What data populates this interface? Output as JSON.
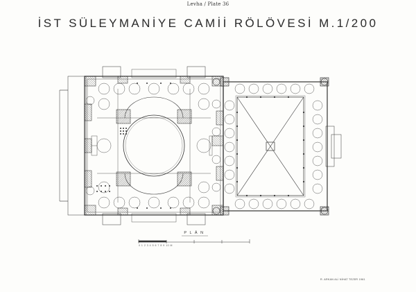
{
  "plate": {
    "label": "Levha / Plate 36"
  },
  "title": "İST  SÜLEYMANİYE CAMİİ RÖLÖVESİ   M.1/200",
  "plan_label": "P L Â N",
  "scale_caption": "0 1 2 3 4 5 6 7 8 9 10 M",
  "credits": "R. ARKAN  ALİ  NİHAT TEZER  1961",
  "colors": {
    "ink": "#2b2b2b",
    "hatch": "#555555",
    "paper": "#fdfdfb"
  }
}
